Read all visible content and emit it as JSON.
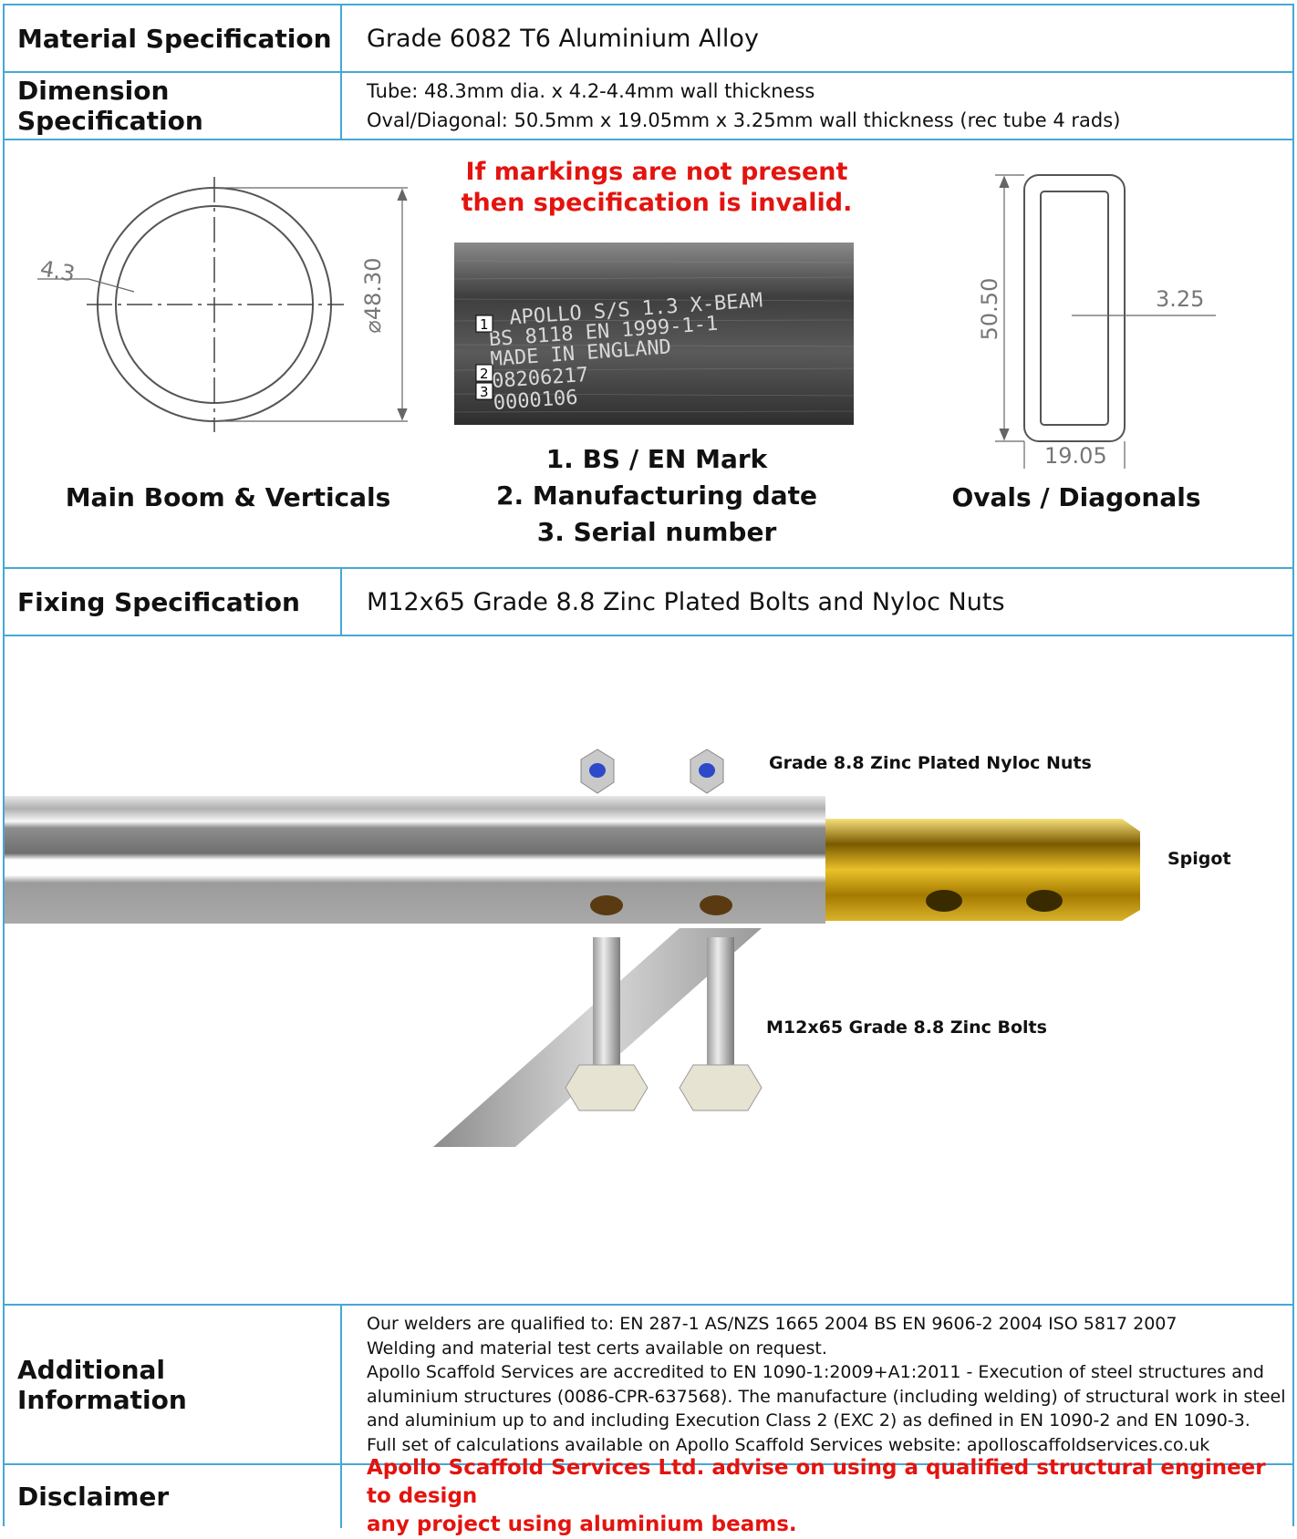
{
  "material": {
    "label": "Material Specification",
    "value": "Grade 6082 T6 Aluminium Alloy"
  },
  "dimension": {
    "label": "Dimension Specification",
    "line1": "Tube: 48.3mm dia. x 4.2-4.4mm wall thickness",
    "line2": "Oval/Diagonal: 50.5mm x 19.05mm x 3.25mm wall thickness (rec tube 4 rads)"
  },
  "drawings": {
    "warning_line1": "If markings are not present",
    "warning_line2": "then specification is invalid.",
    "tube_caption": "Main Boom & Verticals",
    "tube_wall": "4.3",
    "tube_diameter": "⌀48.30",
    "oval_caption": "Ovals / Diagonals",
    "oval_height": "50.50",
    "oval_wall": "3.25",
    "oval_width": "19.05",
    "marking_lines": [
      "APOLLO S/S 1.3 X-BEAM",
      "BS 8118 EN 1999-1-1",
      "MADE IN ENGLAND",
      "08206217",
      "0000106"
    ],
    "marking_numbers": [
      "1",
      "2",
      "3"
    ],
    "marks": [
      "1. BS / EN Mark",
      "2. Manufacturing date",
      "3. Serial number"
    ]
  },
  "fixing": {
    "label": "Fixing Specification",
    "value": "M12x65 Grade 8.8 Zinc Plated Bolts and Nyloc Nuts",
    "callout_nuts": "Grade 8.8 Zinc Plated Nyloc Nuts",
    "callout_spigot": "Spigot",
    "callout_bolts": "M12x65 Grade 8.8 Zinc Bolts"
  },
  "additional": {
    "label": "Additional Information",
    "lines": [
      "Our welders are qualified to: EN 287-1 AS/NZS 1665 2004   BS EN 9606-2 2004   ISO 5817 2007",
      "Welding and material test certs available on request.",
      "Apollo Scaffold Services are accredited to EN 1090-1:2009+A1:2011 - Execution of steel structures and",
      "aluminium structures (0086-CPR-637568). The manufacture (including welding) of structural work in steel",
      "and aluminium up to and including Execution Class 2 (EXC 2) as defined in EN 1090-2 and EN 1090-3.",
      "Full set of calculations available on Apollo Scaffold Services website: apolloscaffoldservices.co.uk"
    ]
  },
  "disclaimer": {
    "label": "Disclaimer",
    "line1": "Apollo Scaffold Services Ltd. advise on using a qualified structural engineer to design",
    "line2": "any project using aluminium beams."
  },
  "colors": {
    "border": "#46a8d6",
    "warning": "#e3140f",
    "spigot": "#d4a81a"
  }
}
